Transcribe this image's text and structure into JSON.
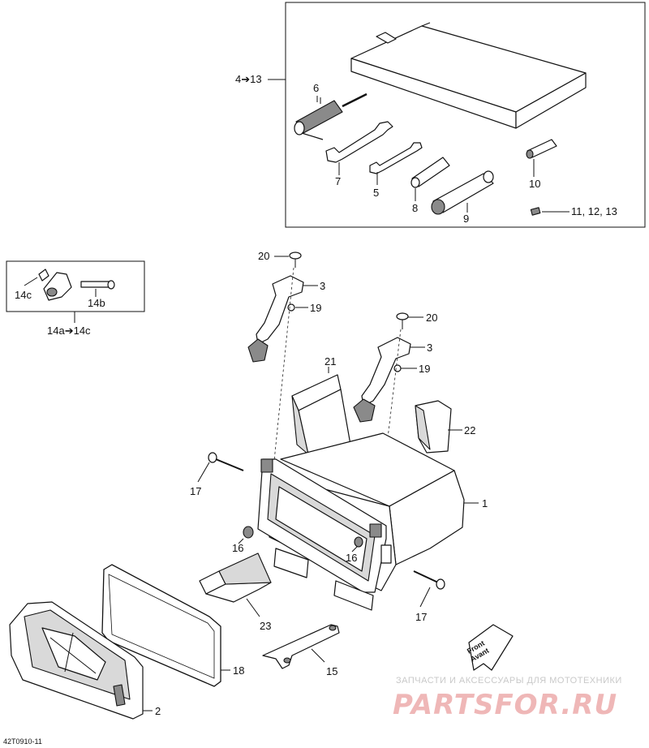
{
  "labels": {
    "range_4_13": "4➔13",
    "p6": "6",
    "p7": "7",
    "p5": "5",
    "p8": "8",
    "p9": "9",
    "p10": "10",
    "p11_12_13": "11, 12, 13",
    "p20a": "20",
    "p3a": "3",
    "p19a": "19",
    "p20b": "20",
    "p3b": "3",
    "p19b": "19",
    "p21": "21",
    "p22": "22",
    "p1": "1",
    "p17a": "17",
    "p16a": "16",
    "p16b": "16",
    "p17b": "17",
    "p23": "23",
    "p15": "15",
    "p18": "18",
    "p2": "2",
    "p14c": "14c",
    "p14b": "14b",
    "range_14": "14a➔14c"
  },
  "direction": {
    "line1": "Front",
    "line2": "Avant"
  },
  "drawing_id": "42T0910-11",
  "watermark": {
    "tagline": "ЗАПЧАСТИ И АКСЕССУАРЫ ДЛЯ МОТОТЕХНИКИ",
    "brand": "PARTSFOR.RU"
  }
}
